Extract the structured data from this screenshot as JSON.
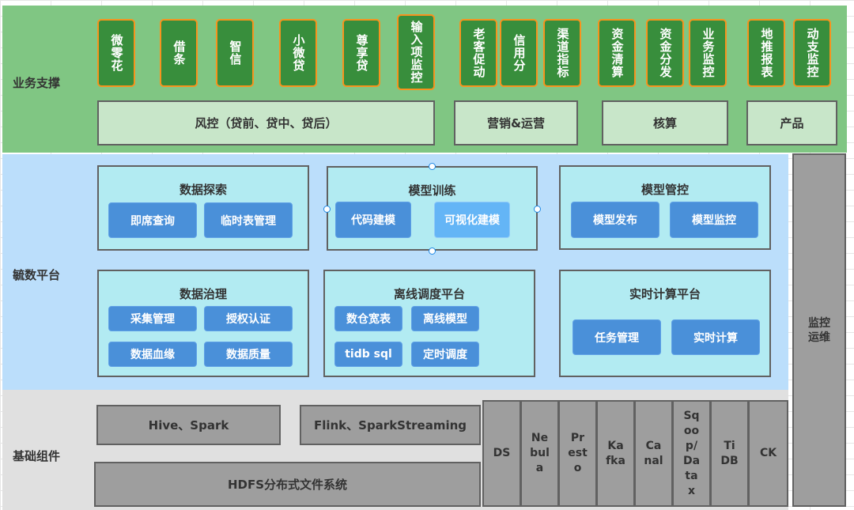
{
  "layers": {
    "business": "业务支撑",
    "platform": "毓数平台",
    "base": "基础组件"
  },
  "products": [
    "微零花",
    "借条",
    "智信",
    "小微贷",
    "尊享贷",
    "输入项监控",
    "老客促动",
    "信用分",
    "渠道指标",
    "资金清算",
    "资金分发",
    "业务监控",
    "地推报表",
    "动支监控"
  ],
  "categories": {
    "risk": "风控（贷前、贷中、贷后）",
    "marketing": "营销&运营",
    "accounting": "核算",
    "product": "产品"
  },
  "platform_groups": {
    "explore": {
      "title": "数据探索",
      "items": [
        "即席查询",
        "临时表管理"
      ]
    },
    "training": {
      "title": "模型训练",
      "items": [
        "代码建模",
        "可视化建模"
      ],
      "selected": true
    },
    "control": {
      "title": "模型管控",
      "items": [
        "模型发布",
        "模型监控"
      ]
    },
    "governance": {
      "title": "数据治理",
      "items": [
        "采集管理",
        "授权认证",
        "数据血缘",
        "数据质量"
      ]
    },
    "offline": {
      "title": "离线调度平台",
      "items": [
        "数仓宽表",
        "离线模型",
        "tidb sql",
        "定时调度"
      ]
    },
    "realtime": {
      "title": "实时计算平台",
      "items": [
        "任务管理",
        "实时计算"
      ]
    }
  },
  "ops": "监控运维",
  "base": {
    "hive_spark": "Hive、Spark",
    "flink": "Flink、SparkStreaming",
    "hdfs": "HDFS分布式文件系统",
    "columns": [
      "DS",
      "Nebula",
      "Presto",
      "Kafka",
      "Canal",
      "Sqoop/Datax",
      "TiDB",
      "CK"
    ]
  },
  "colors": {
    "business_band": "#80c683",
    "platform_band": "#bbdefb",
    "base_band": "#e0e0e0",
    "product_fill": "#388e3c",
    "product_border": "#f7931e",
    "chip": "#4a90d9"
  }
}
